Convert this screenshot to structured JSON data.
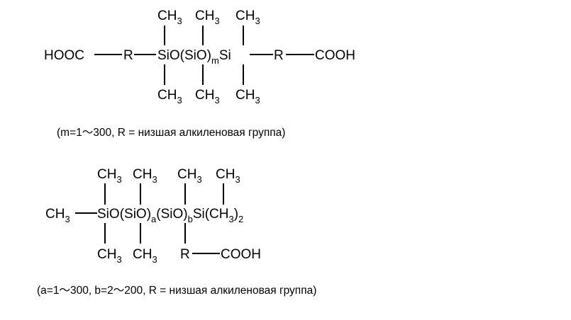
{
  "formula1": {
    "top_ch3_a": "CH",
    "top_ch3_a_sub": "3",
    "top_ch3_b": "CH",
    "top_ch3_b_sub": "3",
    "top_ch3_c": "CH",
    "top_ch3_c_sub": "3",
    "left_group": "HOOC",
    "r_left": "R",
    "chain_main": "SiO(SiO)",
    "chain_sub_m": "m",
    "si_end": "Si",
    "r_right": "R",
    "right_group": "COOH",
    "bottom_ch3_a": "CH",
    "bottom_ch3_a_sub": "3",
    "bottom_ch3_b": "CH",
    "bottom_ch3_b_sub": "3",
    "bottom_ch3_c": "CH",
    "bottom_ch3_c_sub": "3",
    "caption": "(m=1～300, R = низшая алкиленовая группа)"
  },
  "formula2": {
    "top_ch3_a": "CH",
    "top_ch3_a_sub": "3",
    "top_ch3_b": "CH",
    "top_ch3_b_sub": "3",
    "top_ch3_c": "CH",
    "top_ch3_c_sub": "3",
    "top_ch3_d": "CH",
    "top_ch3_d_sub": "3",
    "left_ch": "CH",
    "left_ch_sub": "3",
    "siO": "SiO",
    "siO_paren": "(SiO)",
    "sub_a": "a",
    "siO_paren_b": "(SiO)",
    "sub_b": "b",
    "si_tail": "Si(CH",
    "si_tail_sub3": "3",
    "si_tail_close": ")",
    "si_tail_sub2": "2",
    "bottom_ch3_a": "CH",
    "bottom_ch3_a_sub": "3",
    "bottom_ch3_b": "CH",
    "bottom_ch3_b_sub": "3",
    "bottom_r": "R",
    "bottom_cooh": "COOH",
    "caption": "(a=1～300, b=2～200, R = низшая алкиленовая группа)"
  }
}
